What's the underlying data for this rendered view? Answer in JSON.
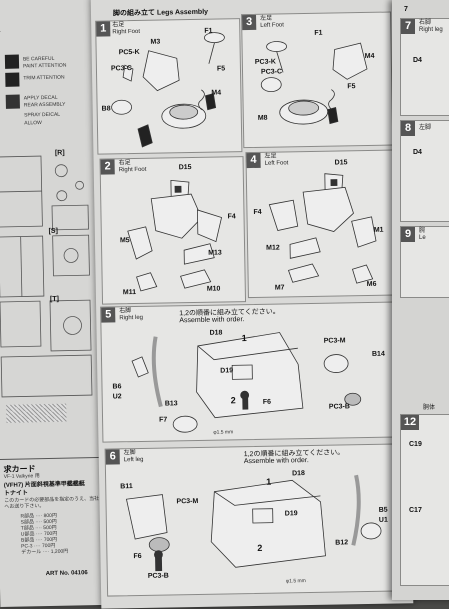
{
  "header": {
    "section_title": "脚の組み立て  Legs Assembly",
    "top_right_step": "7"
  },
  "left_page": {
    "warnings": [
      "BE CAREFUL",
      "PAINT ATTENTION",
      "TRIM ATTENTION",
      "APPLY DECAL",
      "REAR ASSEMBLY",
      "SPRAY DEICAL",
      "ALLOW"
    ],
    "runner_labels": [
      "[R]",
      "[S]",
      "[T]"
    ],
    "card_title": "求カード",
    "card_subtitle": "VF-1 Valkyrie 用",
    "card_item": "(VFH7)  片面斜視基準甲艦艦艇",
    "card_item2": "トナイト",
    "card_text": "このカードの必要部品を指定のうえ、当社へお送り下さい。",
    "price_rows": [
      {
        "part": "R部品",
        "price": "800円"
      },
      {
        "part": "S部品",
        "price": "500円"
      },
      {
        "part": "T部品",
        "price": "500円"
      },
      {
        "part": "U部品",
        "price": "700円"
      },
      {
        "part": "B部品",
        "price": "700円"
      },
      {
        "part": "PC-3",
        "price": "700円"
      },
      {
        "part": "デカール",
        "price": "1,200円"
      }
    ],
    "art_no": "ART No. 04106"
  },
  "steps": [
    {
      "number": "1",
      "title": "右足",
      "subtitle": "Right Foot",
      "parts": [
        "M3",
        "F1",
        "PC5-K",
        "PC3-C",
        "F5",
        "B8",
        "M4"
      ]
    },
    {
      "number": "3",
      "title": "左足",
      "subtitle": "Left Foot",
      "parts": [
        "F1",
        "PC3-K",
        "PC3-C",
        "M4",
        "F5",
        "M8"
      ]
    },
    {
      "number": "2",
      "title": "右足",
      "subtitle": "Right Foot",
      "parts": [
        "D15",
        "F4",
        "M5",
        "M13",
        "M11",
        "M10",
        "M11"
      ]
    },
    {
      "number": "4",
      "title": "左足",
      "subtitle": "Left Foot",
      "parts": [
        "D15",
        "F4",
        "M1",
        "M12",
        "M7",
        "M6"
      ]
    },
    {
      "number": "5",
      "title": "右脚",
      "subtitle": "Right leg",
      "order_jp": "1,2の順番に組み立てください。",
      "order_en": "Assemble with order.",
      "parts": [
        "D18",
        "PC3-M",
        "B14",
        "D19",
        "B6",
        "U2",
        "B13",
        "F6",
        "PC3-B",
        "F7"
      ],
      "step_marks": [
        "1",
        "2"
      ],
      "screw": "φ1.5 mm"
    },
    {
      "number": "6",
      "title": "左脚",
      "subtitle": "Left leg",
      "order_jp": "1,2の順番に組み立てください。",
      "order_en": "Assemble with order.",
      "parts": [
        "B11",
        "D18",
        "PC3-M",
        "D19",
        "B5",
        "U1",
        "F6",
        "PC3-B",
        "B12"
      ],
      "step_marks": [
        "1",
        "2"
      ],
      "screw": "φ1.5 mm"
    }
  ],
  "right_page": {
    "steps": [
      {
        "number": "7",
        "label": "右脚",
        "sub": "Right leg",
        "part": "D4"
      },
      {
        "number": "8",
        "label": "左脚",
        "sub": "",
        "part": "D4"
      },
      {
        "number": "9",
        "label": "腕",
        "sub": "Le",
        "part": ""
      },
      {
        "number": "12",
        "label": "胴体",
        "sub": "",
        "part": "C19"
      }
    ],
    "extra_part": "C17"
  }
}
